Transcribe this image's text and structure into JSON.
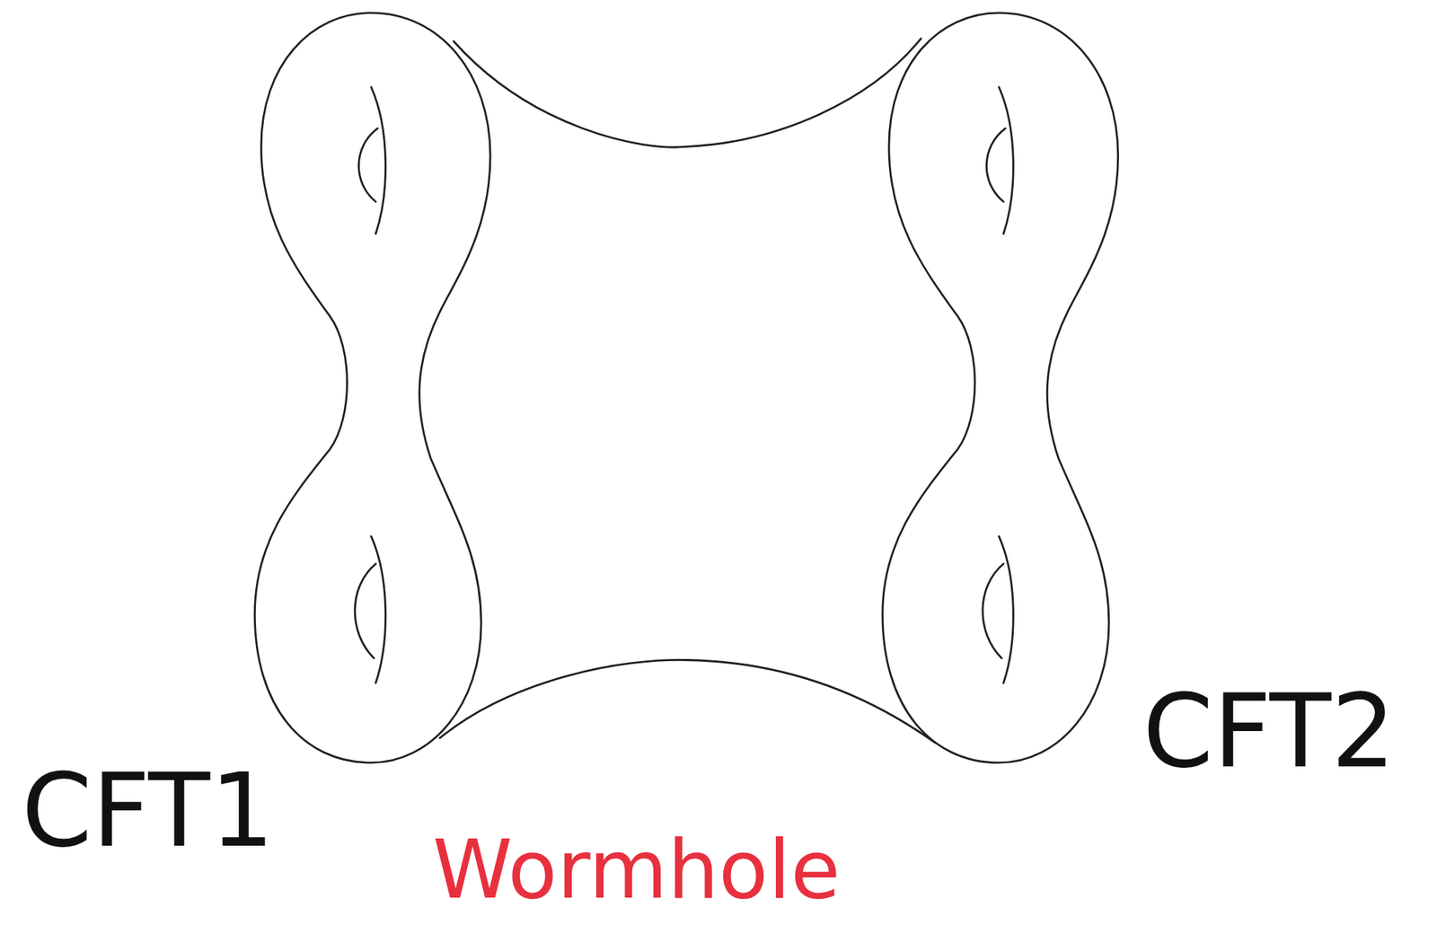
{
  "diagram": {
    "labels": [
      "CFT1",
      "CFT2",
      "Wormhole"
    ]
  }
}
